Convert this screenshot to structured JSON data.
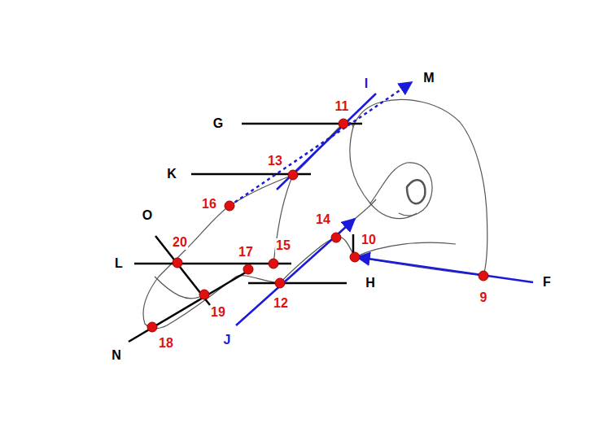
{
  "diagram": {
    "labels": [
      "G",
      "K",
      "I",
      "M",
      "11",
      "13",
      "16",
      "O",
      "20",
      "L",
      "17",
      "15",
      "14",
      "10",
      "12",
      "H",
      "19",
      "18",
      "N",
      "J",
      "9",
      "F"
    ]
  }
}
